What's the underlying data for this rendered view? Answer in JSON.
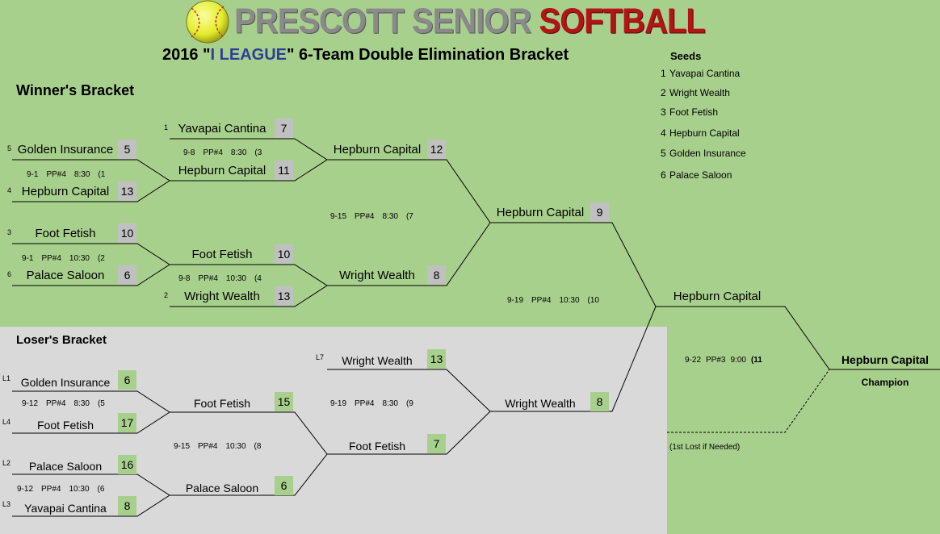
{
  "header": {
    "logo_text_gray": "PRESCOTT SENIOR ",
    "logo_text_red": "SOFTBALL",
    "title_pre": "2016 \"",
    "title_league": "I LEAGUE",
    "title_post": "\" 6-Team Double Elimination Bracket",
    "colors": {
      "league": "#2f3d9a",
      "logo_red": "#b31515",
      "losers_bg": "#d9d9d9",
      "page_bg": "#a8d08d"
    }
  },
  "sections": {
    "winners": "Winner's Bracket",
    "losers": "Loser's Bracket"
  },
  "seeds": {
    "title": "Seeds",
    "items": [
      {
        "n": "1",
        "name": "Yavapai Cantina"
      },
      {
        "n": "2",
        "name": "Wright Wealth"
      },
      {
        "n": "3",
        "name": "Foot Fetish"
      },
      {
        "n": "4",
        "name": "Hepburn Capital"
      },
      {
        "n": "5",
        "name": "Golden Insurance"
      },
      {
        "n": "6",
        "name": "Palace Saloon"
      }
    ]
  },
  "teams": {
    "golden_ins": {
      "seed": "5",
      "name": "Golden Insurance",
      "score": "5"
    },
    "hepburn_r1": {
      "seed": "4",
      "name": "Hepburn Capital",
      "score": "13"
    },
    "foot_r1": {
      "seed": "3",
      "name": "Foot Fetish",
      "score": "10"
    },
    "palace_r1": {
      "seed": "6",
      "name": "Palace Saloon",
      "score": "6"
    },
    "yavapai_r2": {
      "seed": "1",
      "name": "Yavapai Cantina",
      "score": "7"
    },
    "hepburn_r2": {
      "name": "Hepburn Capital",
      "score": "11"
    },
    "foot_r2": {
      "name": "Foot Fetish",
      "score": "10"
    },
    "wright_r2": {
      "seed": "2",
      "name": "Wright Wealth",
      "score": "13"
    },
    "hepburn_r3": {
      "name": "Hepburn Capital",
      "score": "12"
    },
    "wright_r3": {
      "name": "Wright Wealth",
      "score": "8"
    },
    "hepburn_wf": {
      "name": "Hepburn Capital",
      "score": "9"
    },
    "hepburn_final": {
      "name": "Hepburn Capital"
    },
    "l1_golden": {
      "seed": "L1",
      "name": "Golden Insurance",
      "score": "6"
    },
    "l4_foot": {
      "seed": "L4",
      "name": "Foot Fetish",
      "score": "17"
    },
    "l2_palace": {
      "seed": "L2",
      "name": "Palace Saloon",
      "score": "16"
    },
    "l3_yavapai": {
      "seed": "L3",
      "name": "Yavapai Cantina",
      "score": "8"
    },
    "lb_foot_r2": {
      "name": "Foot Fetish",
      "score": "15"
    },
    "lb_palace_r2": {
      "name": "Palace Saloon",
      "score": "6"
    },
    "l7_wright": {
      "seed": "L7",
      "name": "Wright Wealth",
      "score": "13"
    },
    "lb_foot_r3": {
      "name": "Foot Fetish",
      "score": "7"
    },
    "lb_wright_final": {
      "name": "Wright Wealth",
      "score": "8"
    }
  },
  "games": {
    "g1": {
      "date": "9-1",
      "field": "PP#4",
      "time": "8:30",
      "num": "(1"
    },
    "g2": {
      "date": "9-1",
      "field": "PP#4",
      "time": "10:30",
      "num": "(2"
    },
    "g3": {
      "date": "9-8",
      "field": "PP#4",
      "time": "8:30",
      "num": "(3"
    },
    "g4": {
      "date": "9-8",
      "field": "PP#4",
      "time": "10:30",
      "num": "(4"
    },
    "g5": {
      "date": "9-12",
      "field": "PP#4",
      "time": "8:30",
      "num": "(5"
    },
    "g6": {
      "date": "9-12",
      "field": "PP#4",
      "time": "10:30",
      "num": "(6"
    },
    "g7": {
      "date": "9-15",
      "field": "PP#4",
      "time": "8:30",
      "num": "(7"
    },
    "g8": {
      "date": "9-15",
      "field": "PP#4",
      "time": "10:30",
      "num": "(8"
    },
    "g9": {
      "date": "9-19",
      "field": "PP#4",
      "time": "8:30",
      "num": "(9"
    },
    "g10": {
      "date": "9-19",
      "field": "PP#4",
      "time": "10:30",
      "num": "(10"
    },
    "g11": {
      "date": "9-22",
      "field": "PP#3",
      "time": "9:00",
      "num": "(11"
    }
  },
  "champion": {
    "name": "Hepburn Capital",
    "label": "Champion"
  },
  "if_needed_note": "(1st Lost if Needed)"
}
